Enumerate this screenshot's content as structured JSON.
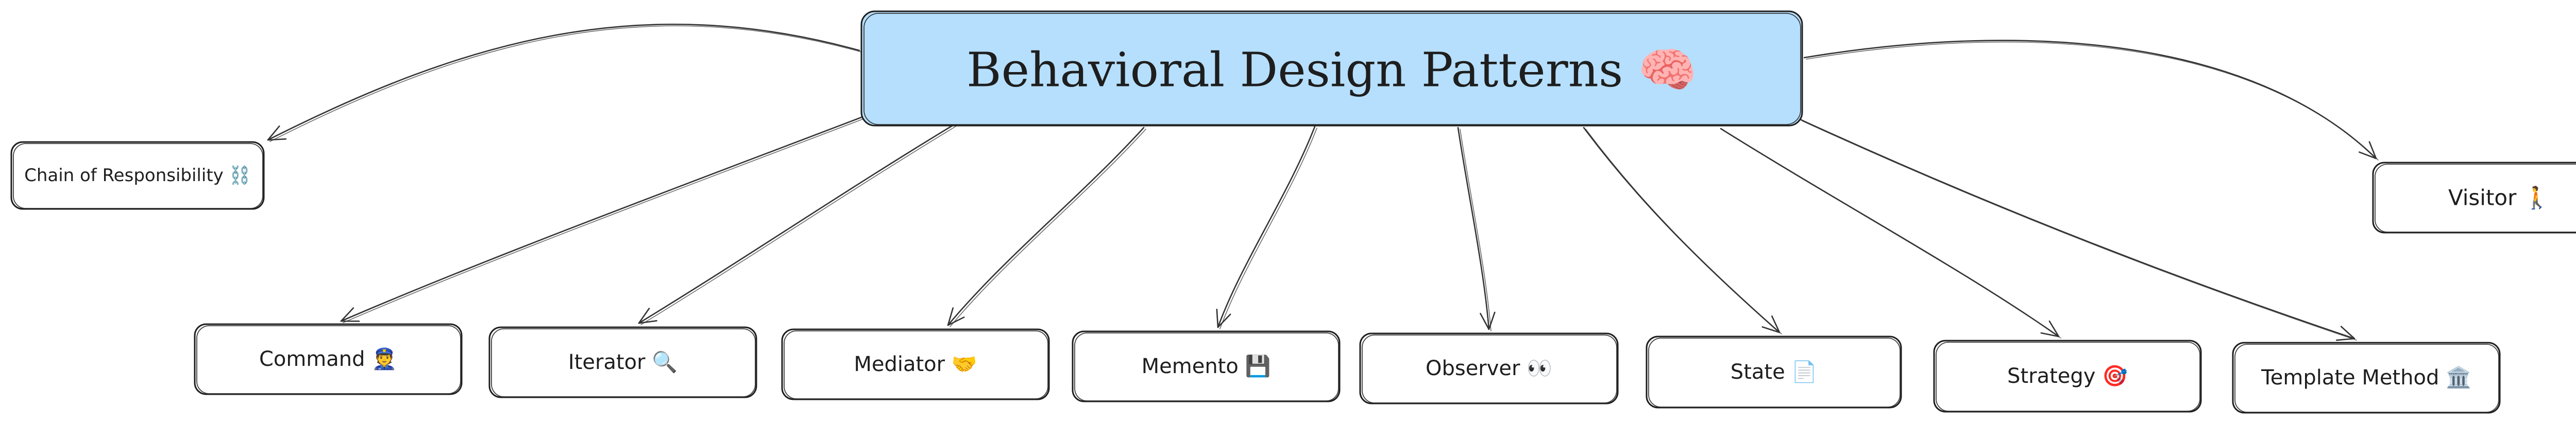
{
  "root": {
    "label": "Behavioral Design Patterns 🧠",
    "fill": "#b6dffd"
  },
  "children": [
    {
      "id": "chain",
      "label": "Chain of Responsibility ⛓️"
    },
    {
      "id": "command",
      "label": "Command 👮"
    },
    {
      "id": "iterator",
      "label": "Iterator 🔍"
    },
    {
      "id": "mediator",
      "label": "Mediator 🤝"
    },
    {
      "id": "memento",
      "label": "Memento 💾"
    },
    {
      "id": "observer",
      "label": "Observer 👀"
    },
    {
      "id": "state",
      "label": "State 📄"
    },
    {
      "id": "strategy",
      "label": "Strategy 🎯"
    },
    {
      "id": "template",
      "label": "Template Method 🏛️"
    },
    {
      "id": "visitor",
      "label": "Visitor 🚶"
    }
  ]
}
